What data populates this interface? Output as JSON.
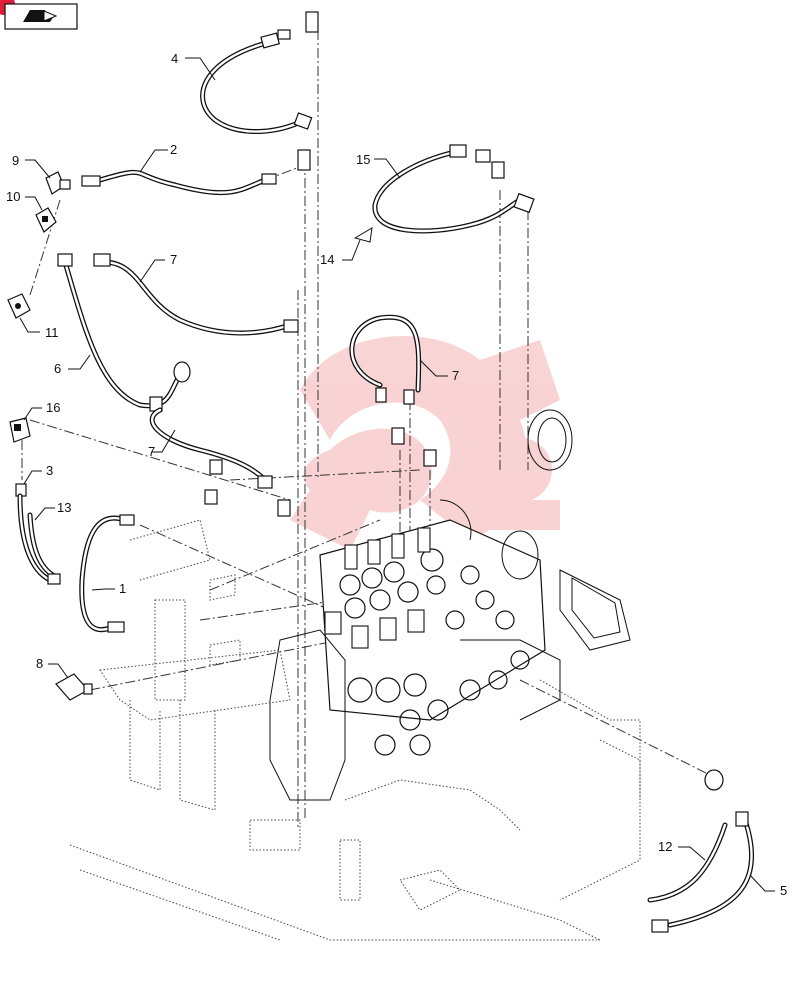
{
  "callouts": [
    {
      "id": "c1",
      "label": "1"
    },
    {
      "id": "c2",
      "label": "2"
    },
    {
      "id": "c3",
      "label": "3"
    },
    {
      "id": "c4",
      "label": "4"
    },
    {
      "id": "c5",
      "label": "5"
    },
    {
      "id": "c6",
      "label": "6"
    },
    {
      "id": "c7a",
      "label": "7"
    },
    {
      "id": "c7b",
      "label": "7"
    },
    {
      "id": "c7c",
      "label": "7"
    },
    {
      "id": "c8",
      "label": "8"
    },
    {
      "id": "c9",
      "label": "9"
    },
    {
      "id": "c10",
      "label": "10"
    },
    {
      "id": "c11",
      "label": "11"
    },
    {
      "id": "c12",
      "label": "12"
    },
    {
      "id": "c13",
      "label": "13"
    },
    {
      "id": "c14",
      "label": "14"
    },
    {
      "id": "c15",
      "label": "15"
    },
    {
      "id": "c16",
      "label": "16"
    }
  ],
  "colors": {
    "line": "#111111",
    "watermark": "#f2a0a0",
    "corner_badge": "#e0203a"
  },
  "icons": {
    "top_left": "book-reference-icon"
  }
}
